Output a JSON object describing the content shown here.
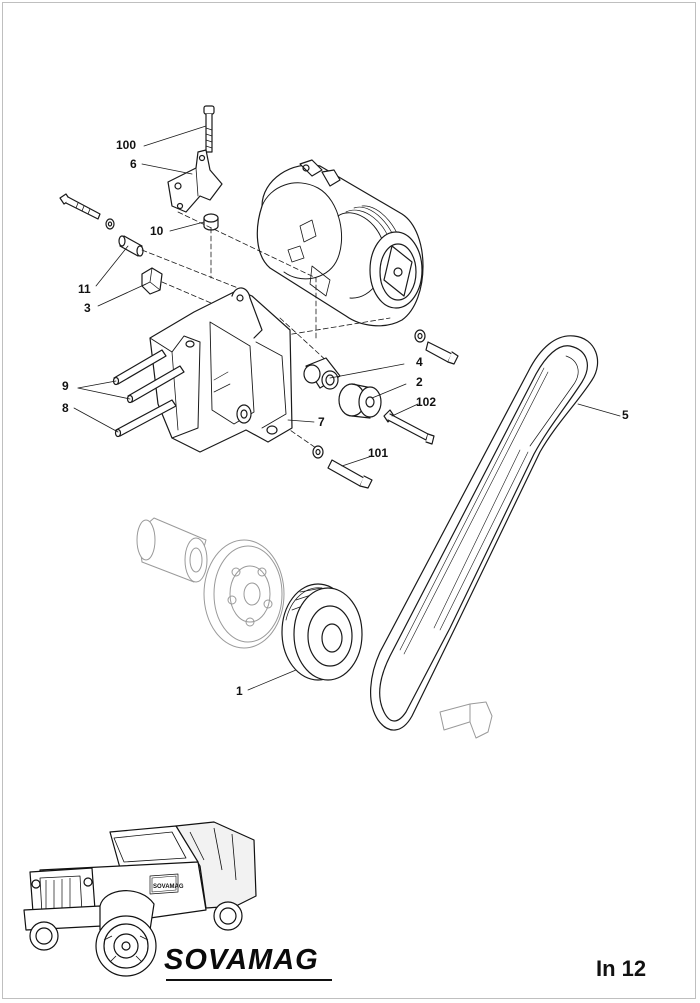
{
  "callouts": {
    "c100": "100",
    "c6": "6",
    "c10": "10",
    "c11": "11",
    "c3": "3",
    "c4": "4",
    "c2": "2",
    "c102": "102",
    "c5": "5",
    "c9": "9",
    "c8": "8",
    "c7": "7",
    "c101": "101",
    "c1": "1"
  },
  "brand": {
    "name": "SOVAMAG",
    "truck_grille_text": "SOVAMAG"
  },
  "page": {
    "code": "In 12"
  },
  "colors": {
    "line": "#1a1a1a",
    "ghost": "#9a9a9a",
    "border": "#bfbfbf"
  }
}
